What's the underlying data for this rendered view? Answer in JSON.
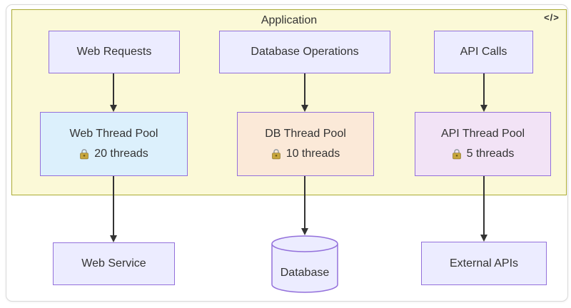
{
  "colors": {
    "text": "#333333",
    "arrow": "#333333",
    "card_border": "#d9d9d9",
    "cluster_fill": "#fbf9d7",
    "cluster_border": "#aaaa33",
    "node_fill": "#ececff",
    "node_border": "#9370db",
    "web_pool_fill": "#dcf0fc",
    "db_pool_fill": "#fbe9d8",
    "api_pool_fill": "#f2e3f6",
    "lock_body": "#c8a63c"
  },
  "cluster": {
    "label": "Application",
    "code_icon": "</>"
  },
  "columns": [
    {
      "source": "Web Requests",
      "pool_title": "Web Thread Pool",
      "pool_threads": "20 threads",
      "target": "Web Service"
    },
    {
      "source": "Database Operations",
      "pool_title": "DB Thread Pool",
      "pool_threads": "10 threads",
      "target": "Database"
    },
    {
      "source": "API Calls",
      "pool_title": "API Thread Pool",
      "pool_threads": "5 threads",
      "target": "External APIs"
    }
  ],
  "icons": {
    "lock": "gold-padlock",
    "code": "angle-brackets-code"
  },
  "edges": [
    {
      "from": "Web Requests",
      "to": "Web Thread Pool"
    },
    {
      "from": "Database Operations",
      "to": "DB Thread Pool"
    },
    {
      "from": "API Calls",
      "to": "API Thread Pool"
    },
    {
      "from": "Web Thread Pool",
      "to": "Web Service"
    },
    {
      "from": "DB Thread Pool",
      "to": "Database"
    },
    {
      "from": "API Thread Pool",
      "to": "External APIs"
    }
  ]
}
